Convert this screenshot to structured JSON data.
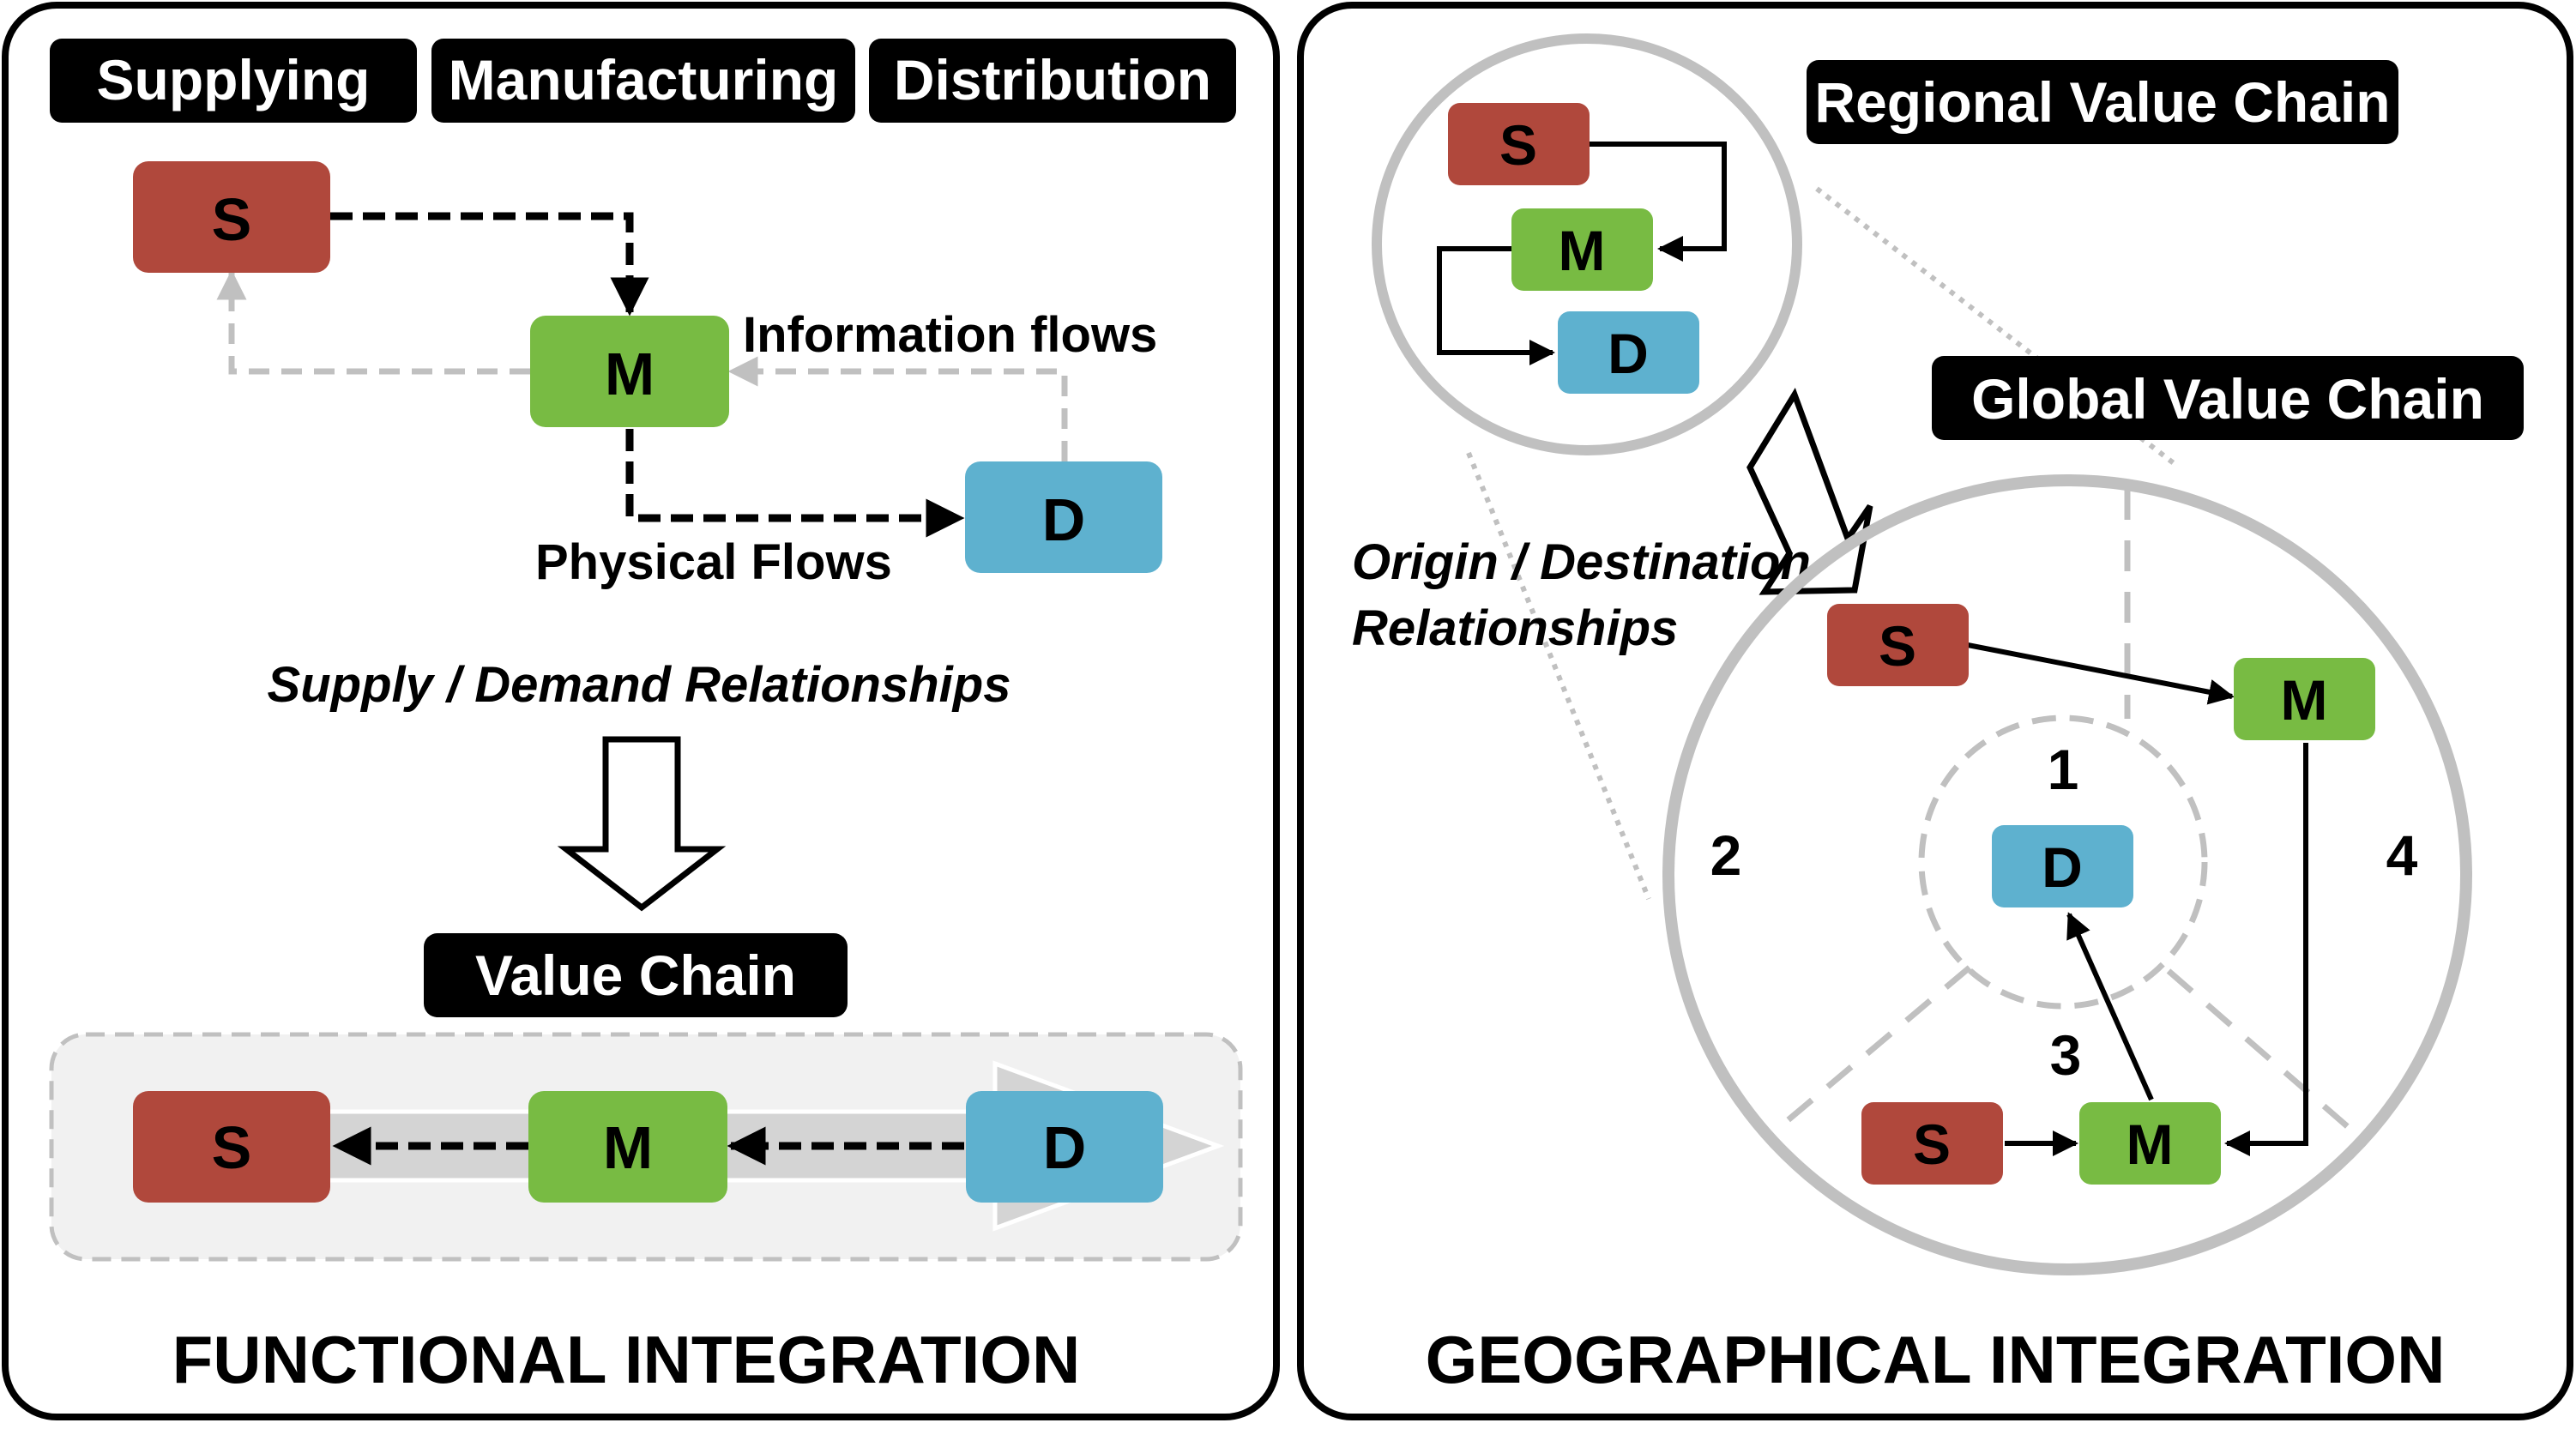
{
  "colors": {
    "supplier": "#b0483c",
    "manufacturer": "#78bb43",
    "distributor": "#5eb1cf",
    "header_bg": "#000000",
    "gray": "#c0c0c0"
  },
  "functional": {
    "headers": [
      "Supplying",
      "Manufacturing",
      "Distribution"
    ],
    "nodes": {
      "s": "S",
      "m": "M",
      "d": "D"
    },
    "information_flows_label": "Information flows",
    "physical_flows_label": "Physical Flows",
    "relationship_label": "Supply / Demand Relationships",
    "value_chain_label": "Value Chain",
    "value_chain_nodes": {
      "s": "S",
      "m": "M",
      "d": "D"
    },
    "footer": "FUNCTIONAL INTEGRATION"
  },
  "geographical": {
    "regional_label": "Regional Value Chain",
    "regional_nodes": {
      "s": "S",
      "m": "M",
      "d": "D"
    },
    "global_label": "Global Value Chain",
    "relationship_label_line1": "Origin / Destination",
    "relationship_label_line2": "Relationships",
    "zones": [
      "1",
      "2",
      "3",
      "4"
    ],
    "global_nodes": {
      "s_top": "S",
      "m_top": "M",
      "d_center": "D",
      "s_bottom": "S",
      "m_bottom": "M"
    },
    "footer": "GEOGRAPHICAL INTEGRATION"
  }
}
